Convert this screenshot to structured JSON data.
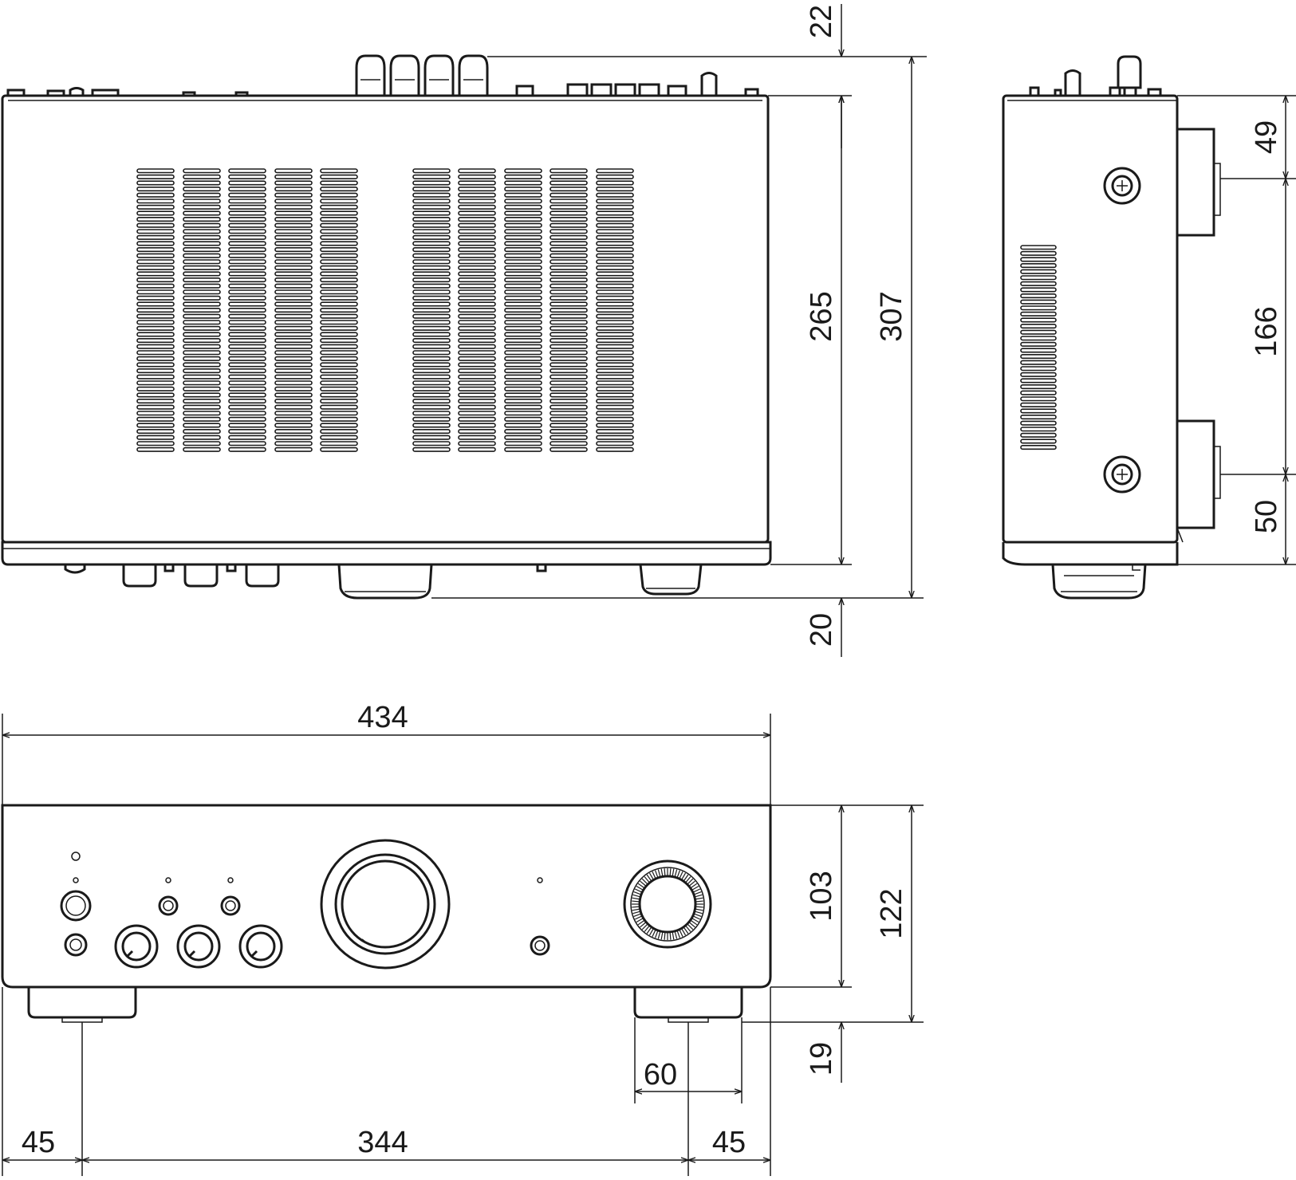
{
  "views": [
    "top-view",
    "side-view",
    "front-view"
  ],
  "dimensions": {
    "top": {
      "knob_protrusion": "22",
      "body_depth": "265",
      "total_depth": "307",
      "foot_protrusion": "20"
    },
    "side": {
      "rear_upper": "49",
      "middle": "166",
      "front_lower": "50"
    },
    "front": {
      "width": "434",
      "body_height": "103",
      "total_height": "122",
      "foot_height": "19",
      "foot_width": "60",
      "left_offset": "45",
      "foot_spacing": "344",
      "right_offset": "45"
    }
  },
  "colors": {
    "line": "#1a1a1a",
    "background": "#ffffff"
  }
}
